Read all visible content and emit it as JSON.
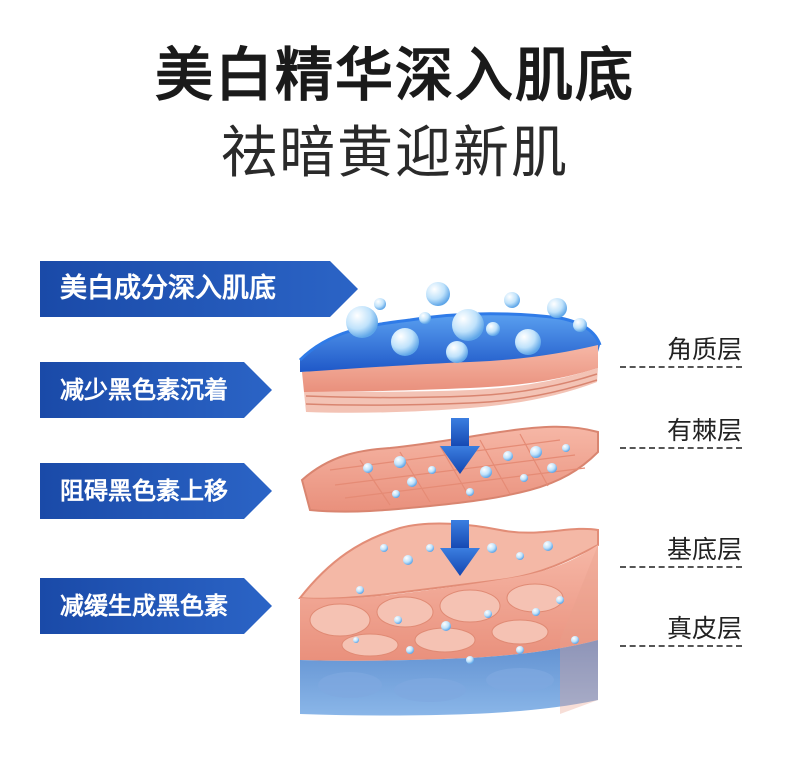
{
  "title": "美白精华深入肌底",
  "subtitle": "祛暗黄迎新肌",
  "benefits": [
    {
      "label": "美白成分深入肌底"
    },
    {
      "label": "减少黑色素沉着"
    },
    {
      "label": "阻碍黑色素上移"
    },
    {
      "label": "减缓生成黑色素"
    }
  ],
  "layers": [
    {
      "label": "角质层"
    },
    {
      "label": "有棘层"
    },
    {
      "label": "基底层"
    },
    {
      "label": "真皮层"
    }
  ],
  "colors": {
    "banner_blue": "#1f52b4",
    "arrow_blue": "#1e55c4",
    "skin_pink": "#f2a995",
    "dermis_blue": "#6a9ad6"
  }
}
